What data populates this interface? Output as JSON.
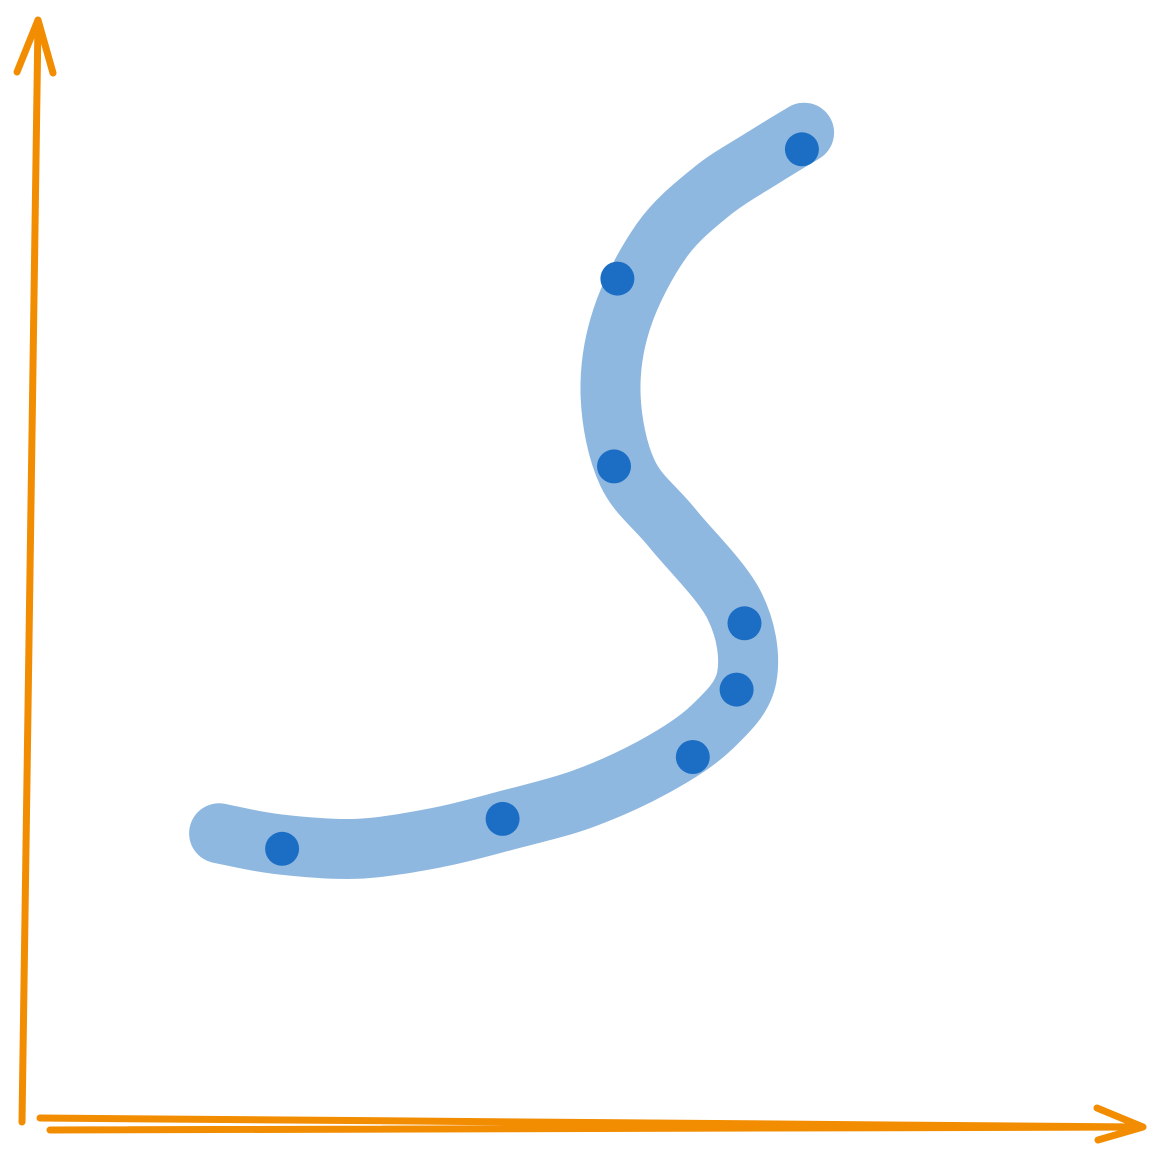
{
  "chart_data": {
    "type": "scatter",
    "title": "",
    "xlabel": "",
    "ylabel": "",
    "xlim": [
      0,
      100
    ],
    "ylim": [
      0,
      100
    ],
    "grid": false,
    "legend": "none",
    "colors": {
      "axis": "#F28C00",
      "points": "#1C6EC4",
      "trend": "#8FB8E0"
    },
    "points": [
      {
        "x": 23.3,
        "y": 25.0
      },
      {
        "x": 42.9,
        "y": 27.7
      },
      {
        "x": 59.8,
        "y": 33.3
      },
      {
        "x": 63.7,
        "y": 39.4
      },
      {
        "x": 64.4,
        "y": 45.4
      },
      {
        "x": 52.8,
        "y": 59.6
      },
      {
        "x": 53.1,
        "y": 76.6
      },
      {
        "x": 69.5,
        "y": 88.3
      }
    ],
    "trend_line": [
      {
        "x": 17.7,
        "y": 26.4
      },
      {
        "x": 23.0,
        "y": 25.4
      },
      {
        "x": 30.0,
        "y": 25.0
      },
      {
        "x": 37.0,
        "y": 26.0
      },
      {
        "x": 43.0,
        "y": 27.5
      },
      {
        "x": 50.0,
        "y": 29.5
      },
      {
        "x": 56.5,
        "y": 32.5
      },
      {
        "x": 61.5,
        "y": 36.0
      },
      {
        "x": 64.6,
        "y": 40.5
      },
      {
        "x": 63.5,
        "y": 47.0
      },
      {
        "x": 58.0,
        "y": 54.0
      },
      {
        "x": 54.0,
        "y": 59.0
      },
      {
        "x": 52.5,
        "y": 66.0
      },
      {
        "x": 53.5,
        "y": 73.0
      },
      {
        "x": 57.0,
        "y": 80.0
      },
      {
        "x": 61.5,
        "y": 84.5
      },
      {
        "x": 66.0,
        "y": 87.5
      },
      {
        "x": 69.7,
        "y": 89.8
      }
    ]
  }
}
